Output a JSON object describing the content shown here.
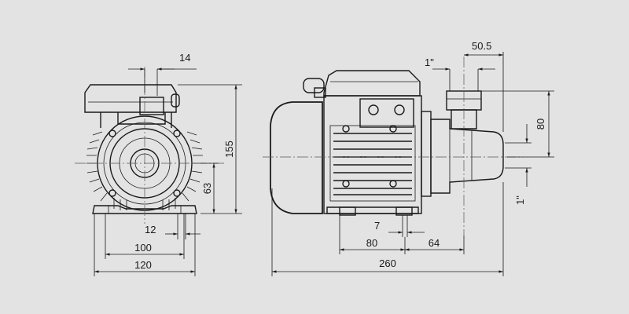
{
  "colors": {
    "background": "#e3e3e4",
    "line": "#1a1a1a",
    "body_fill": "#ececec"
  },
  "views": {
    "front": {
      "dims": {
        "shaft_offset": "14",
        "overall_height": "155",
        "shaft_height": "63",
        "foot_slot": "12",
        "foot_bolt_spacing": "100",
        "foot_width": "120"
      }
    },
    "side": {
      "dims": {
        "outlet_thread": "1\"",
        "outlet_offset": "50.5",
        "outlet_height": "80",
        "inlet_thread": "1\"",
        "foot_slot": "7",
        "foot_length": "80",
        "inlet_offset": "64",
        "overall_length": "260"
      }
    }
  }
}
